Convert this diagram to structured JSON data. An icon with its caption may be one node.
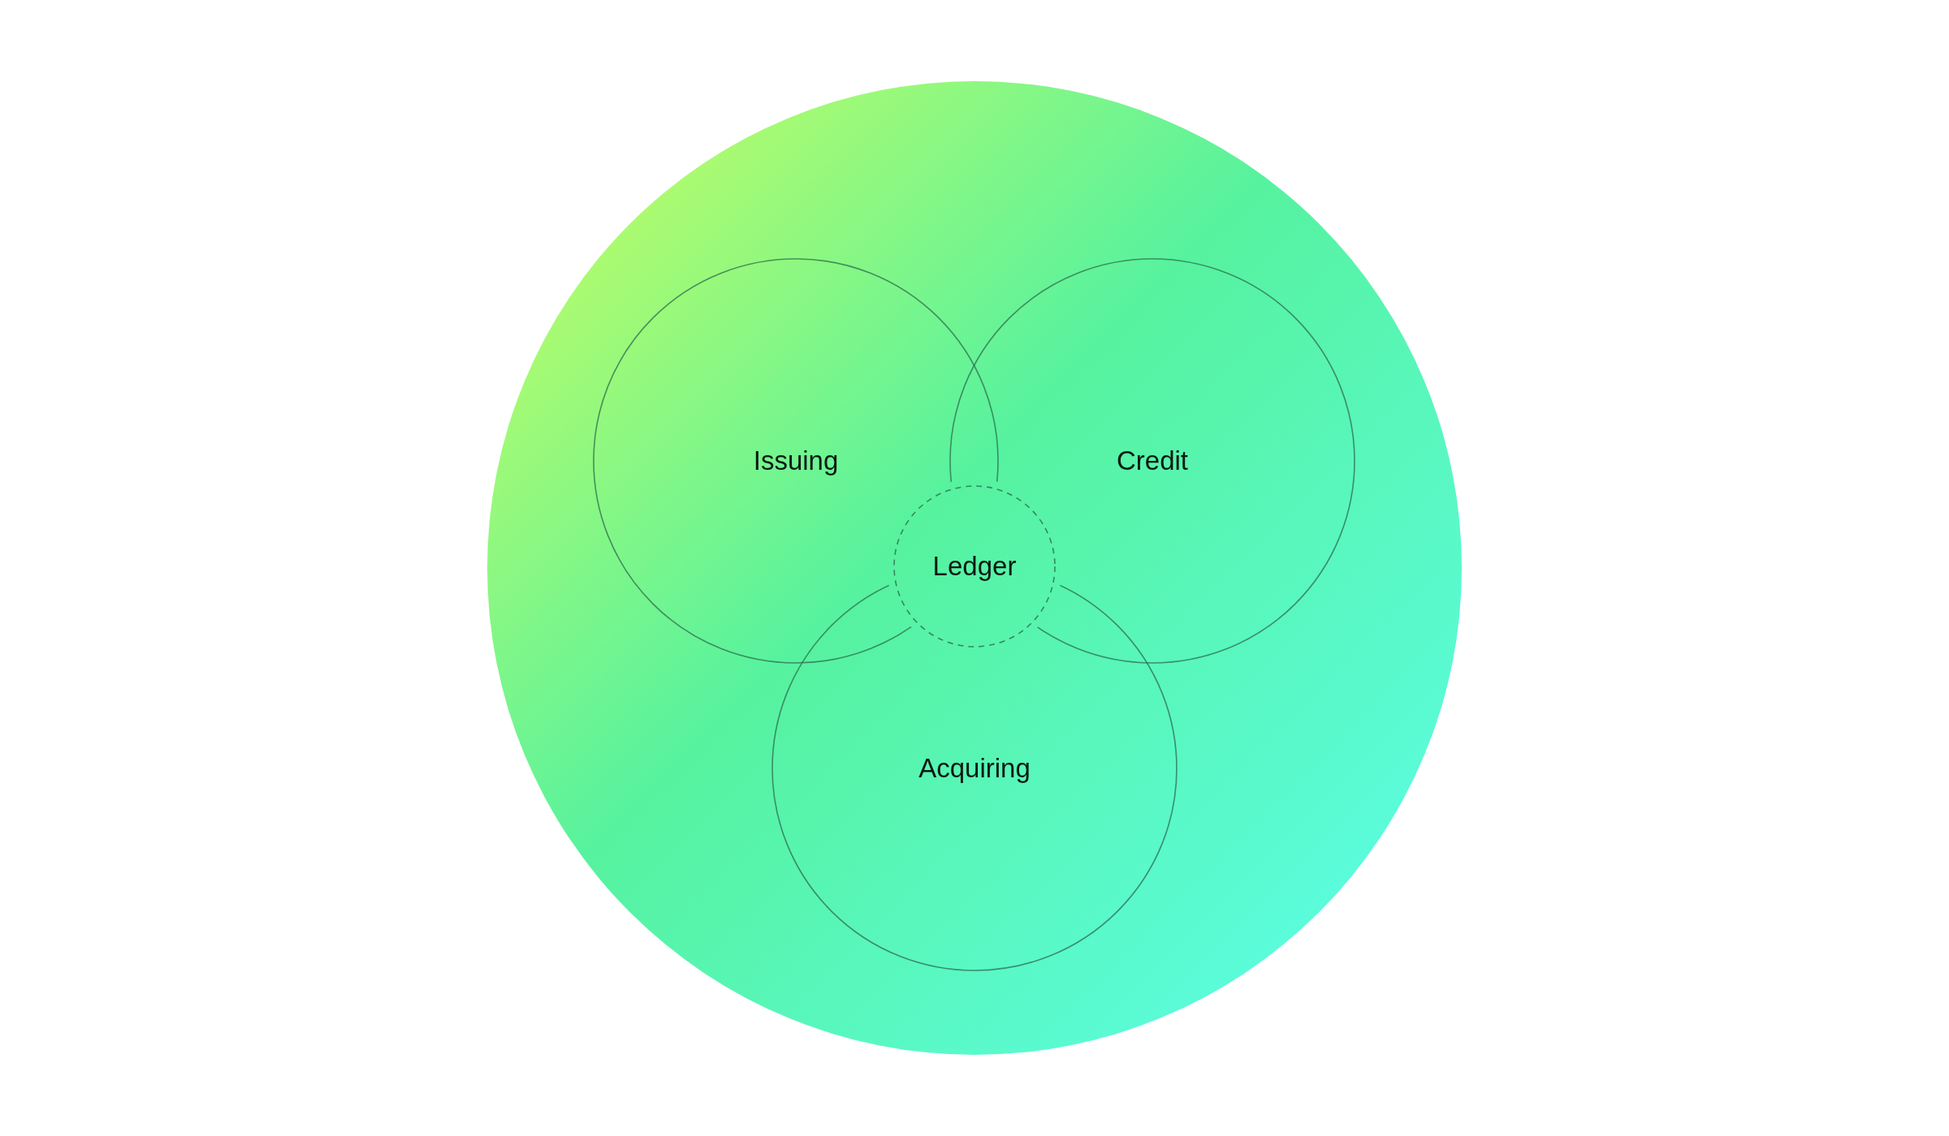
{
  "diagram": {
    "nodes": [
      {
        "text": [],
        "shape": "circle"
      },
      {
        "text": [
          "Issuing"
        ],
        "in": 0
      },
      {
        "text": [
          "Credit"
        ],
        "in": 0
      },
      {
        "text": [
          "Acquiring"
        ],
        "in": 0
      },
      {
        "text": [
          "Ledger"
        ],
        "in": 0
      }
    ]
  }
}
